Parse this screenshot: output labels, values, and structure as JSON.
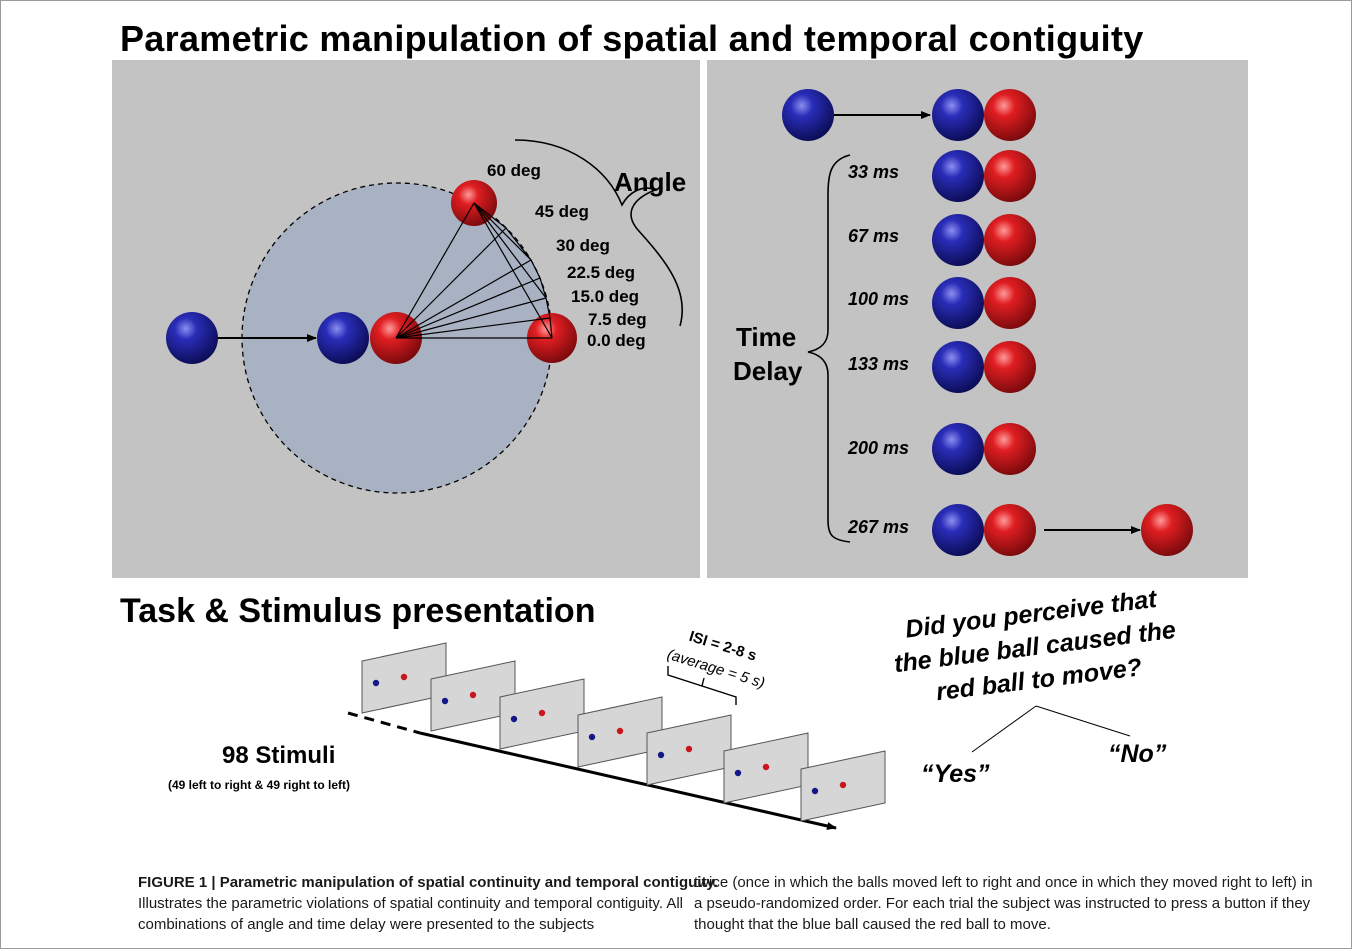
{
  "title": "Parametric manipulation of spatial and temporal contiguity",
  "spatial_panel": {
    "angle_label": "Angle",
    "angles": [
      "60 deg",
      "45 deg",
      "30 deg",
      "22.5 deg",
      "15.0 deg",
      "7.5 deg",
      "0.0 deg"
    ]
  },
  "temporal_panel": {
    "time_delay_label_line1": "Time",
    "time_delay_label_line2": "Delay",
    "delays": [
      "33 ms",
      "67 ms",
      "100 ms",
      "133 ms",
      "200 ms",
      "267 ms"
    ]
  },
  "task": {
    "section_title": "Task & Stimulus presentation",
    "isi_label": "ISI = 2-8 s",
    "isi_average": "(average = 5 s)",
    "stimuli_count": "98 Stimuli",
    "stimuli_detail": "(49 left to right & 49 right to left)",
    "question_line1": "Did you perceive that",
    "question_line2": "the blue ball caused the",
    "question_line3": "red ball to move?",
    "answer_yes": "“Yes”",
    "answer_no": "“No”"
  },
  "caption": {
    "figure_label": "FIGURE 1 | Parametric manipulation of spatial continuity and temporal contiguity.",
    "left_text": " Illustrates the parametric violations of spatial continuity and temporal contiguity. All combinations of angle and time delay were presented to the subjects",
    "right_text": "twice (once in which the balls moved left to right and once in which they moved right to left) in a pseudo-randomized order. For each trial the subject was instructed to press a button if they thought that the blue ball caused the red ball to move."
  },
  "colors": {
    "panel_gray": "#c3c3c3",
    "circle_fill": "#a9b2c2",
    "blue_ball": "#16188a",
    "red_ball": "#c8161a"
  }
}
